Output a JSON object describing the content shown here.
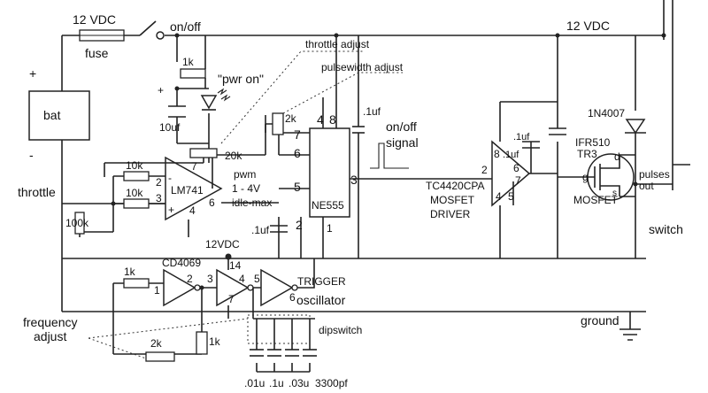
{
  "supply": {
    "voltage_top_left": "12 VDC",
    "voltage_top_right": "12 VDC",
    "fuse": "fuse",
    "switch": "on/off",
    "battery": "bat",
    "plus": "+",
    "minus": "-"
  },
  "led": {
    "resistor": "1k",
    "label": "\"pwr on\""
  },
  "cap_10uf": {
    "value": "10uf",
    "plus": "+"
  },
  "notes": {
    "throttle_adjust": "throttle adjust",
    "pulsewidth_adjust": "pulsewidth adjust"
  },
  "opamp": {
    "name": "LM741",
    "pins": [
      "2",
      "3",
      "4",
      "6",
      "7"
    ],
    "feedback": "20k",
    "r_in2": "10k",
    "r_in3": "10k",
    "r_gnd": "100k",
    "signs": [
      "-",
      "+"
    ]
  },
  "input": {
    "throttle": "throttle"
  },
  "pwm": {
    "label_1": "pwm",
    "label_2": "1 - 4V",
    "label_3": "idle-max"
  },
  "timer": {
    "name": "NE555",
    "pot": "2k",
    "pins": [
      "7",
      "6",
      "5",
      "2",
      "1",
      "4",
      "8",
      "3"
    ],
    "cap_supply": ".1uf",
    "cap_timing": ".1uf"
  },
  "signal": {
    "line_1": "on/off",
    "line_2": "signal"
  },
  "driver": {
    "name_1": "TC4420CPA",
    "name_2": "MOSFET",
    "name_3": "DRIVER",
    "pins": [
      "2",
      "8",
      "6",
      "7",
      "4",
      "5"
    ],
    "cap_a": ".1uf",
    "cap_b": ".1uf"
  },
  "mosfet": {
    "part_1": "IFR510",
    "part_2": "TR3",
    "label": "MOSFET",
    "d": "d",
    "g": "g",
    "s": "s"
  },
  "diode": {
    "label": "1N4007"
  },
  "output": {
    "line_1": "pulses",
    "line_2": "out",
    "switch": "switch"
  },
  "oscillator": {
    "chip": "CD4069",
    "supply": "12VDC",
    "pin14": "14",
    "pin7": "7",
    "pins": [
      "1",
      "2",
      "3",
      "4",
      "5",
      "6"
    ],
    "trigger": "TRIGGER",
    "label": "oscillator",
    "r_1k": "1k",
    "r_1k_b": "1k",
    "pot_2k": "2k"
  },
  "frequency": {
    "line_1": "frequency",
    "line_2": "adjust"
  },
  "dipswitch": {
    "label": "dipswitch",
    "caps": [
      ".01u",
      ".1u",
      ".03u",
      "3300pf"
    ]
  },
  "ground": {
    "label": "ground"
  }
}
